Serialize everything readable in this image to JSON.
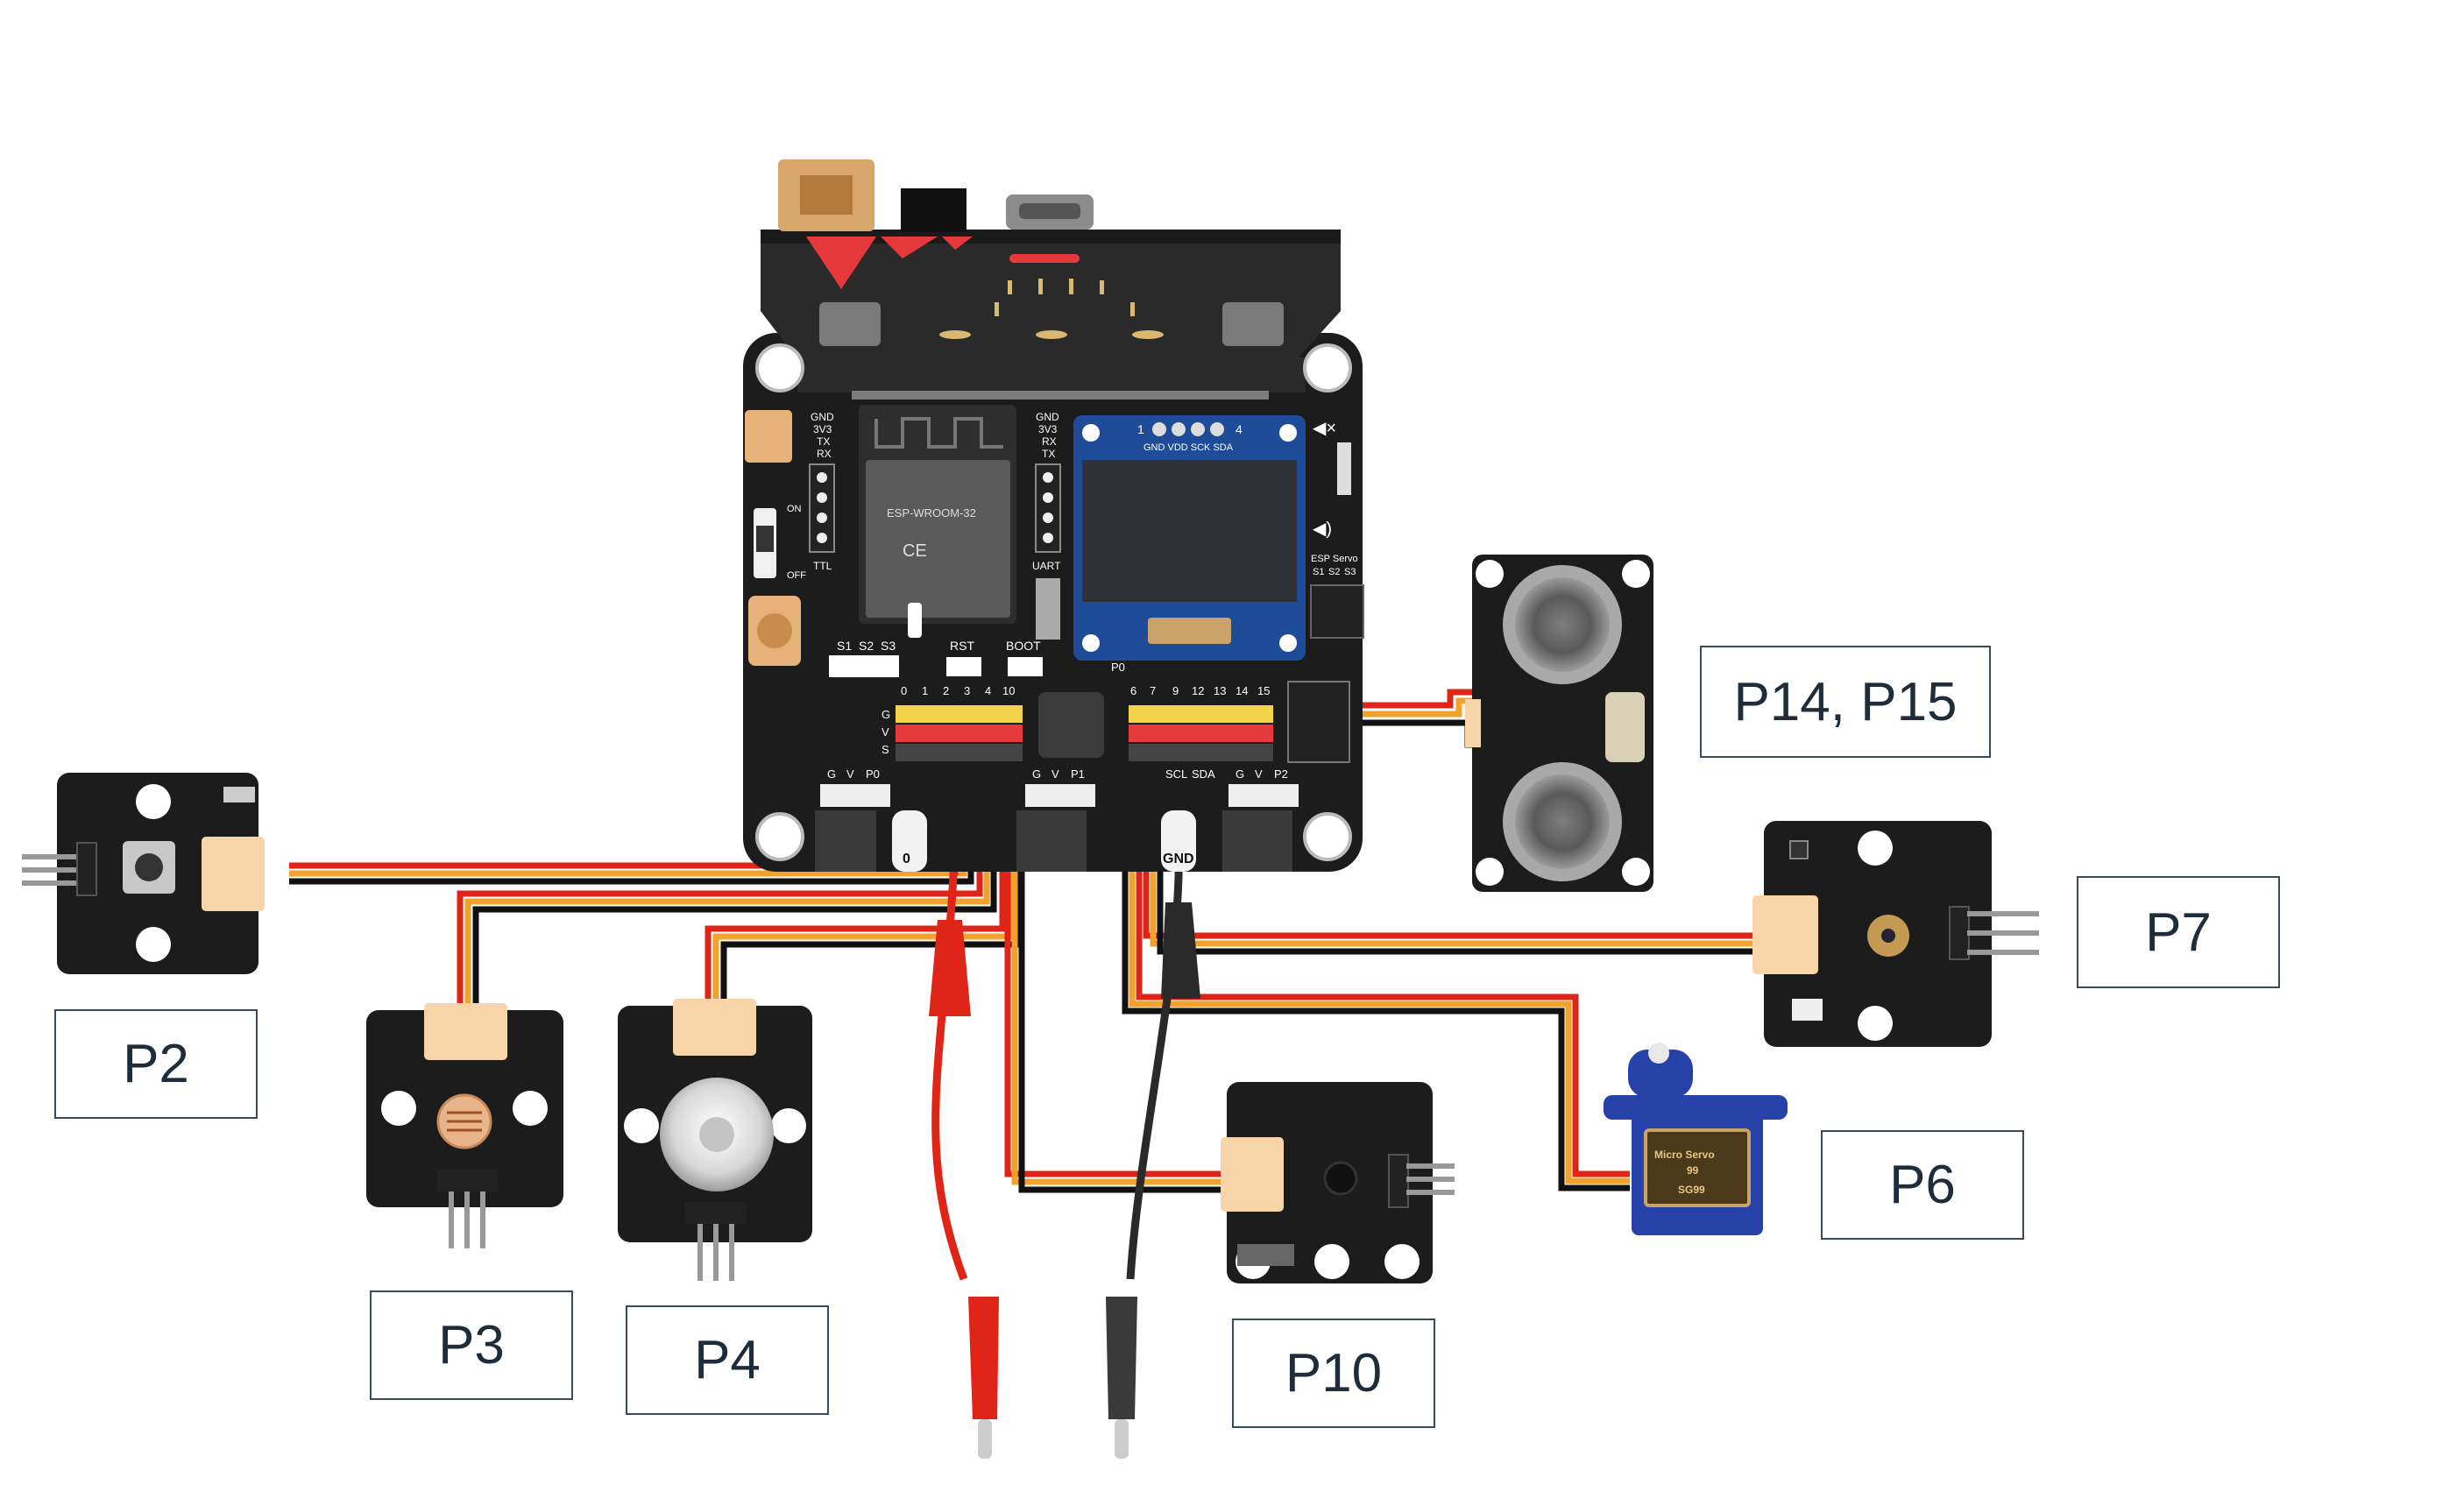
{
  "labels": {
    "p2": "P2",
    "p3": "P3",
    "p4": "P4",
    "p10": "P10",
    "p6": "P6",
    "p7": "P7",
    "p14_p15": "P14, P15"
  },
  "board": {
    "module_name": "ESP-WROOM-32",
    "left_header": [
      "GND",
      "3V3",
      "TX",
      "RX"
    ],
    "right_header": [
      "GND",
      "3V3",
      "RX",
      "TX"
    ],
    "on_label": "ON",
    "off_label": "OFF",
    "ttl_label": "TTL",
    "uart_label": "UART",
    "servo_header_label": "ESP Servo",
    "servo_pins": [
      "S1",
      "S2",
      "S3"
    ],
    "bottom_servo_pins": [
      "S1",
      "S2",
      "S3"
    ],
    "rst_label": "RST",
    "boot_label": "BOOT",
    "p0_label": "P0",
    "oled_pins_label": "GND VDD SCK SDA",
    "oled_num_left": "1",
    "oled_num_right": "4",
    "pin_row_left": [
      "0",
      "1",
      "2",
      "3",
      "4",
      "10"
    ],
    "pin_row_right": [
      "6",
      "7",
      "9",
      "12",
      "13",
      "14",
      "15"
    ],
    "gvs": [
      "G",
      "V",
      "S"
    ],
    "port_a": [
      "G",
      "V",
      "P0"
    ],
    "port_b": [
      "G",
      "V",
      "P1"
    ],
    "port_c": [
      "G",
      "V",
      "P2"
    ],
    "i2c": [
      "SCL",
      "SDA"
    ],
    "pad0": "0",
    "pad_gnd": "GND"
  },
  "servo": {
    "line1": "Micro Servo",
    "line2": "99",
    "line3": "SG99"
  },
  "colors": {
    "board": "#1c1c1c",
    "pcb_red": "#e5393c",
    "wire_red": "#e02418",
    "wire_orange": "#f2a22a",
    "wire_black": "#111111",
    "connector": "#f8d5a8",
    "oled_blue": "#1e4c99",
    "servo_blue": "#2642a8",
    "label_border": "#3c4a56",
    "label_text": "#1f2d3a"
  }
}
